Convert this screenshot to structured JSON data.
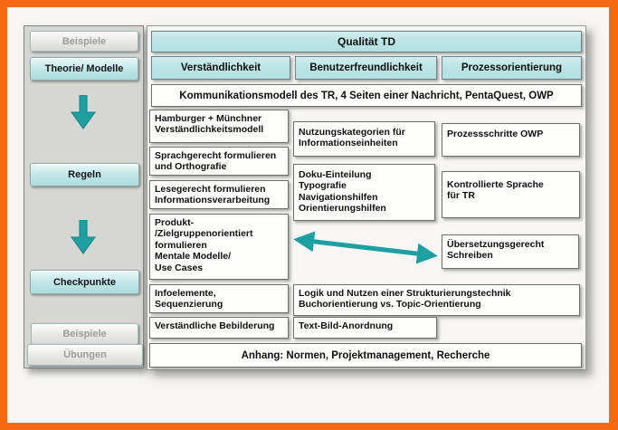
{
  "sidebar": {
    "items": [
      {
        "label": "Beispiele",
        "state": "disabled"
      },
      {
        "label": "Theorie/ Modelle",
        "state": "active"
      },
      {
        "label": "Regeln",
        "state": "active"
      },
      {
        "label": "Checkpunkte",
        "state": "active"
      },
      {
        "label": "Beispiele",
        "state": "disabled"
      },
      {
        "label": "Übungen",
        "state": "disabled"
      }
    ]
  },
  "matrix": {
    "title": "Qualität TD",
    "column_headers": [
      "Verständlichkeit",
      "Benutzerfreundlichkeit",
      "Prozessorientierung"
    ],
    "top_band": "Kommunikationsmodell des TR, 4 Seiten einer Nachricht, PentaQuest, OWP",
    "verstaendlichkeit_items": [
      "Hamburger + Münchner\nVerständlichkeitsmodell",
      "Sprachgerecht formulieren\nund Orthografie",
      "Lesegerecht formulieren\nInformationsverarbeitung",
      "Produkt-\n/Zielgruppenorientiert\nformulieren\nMentale Modelle/\nUse Cases",
      "Infoelemente,\nSequenzierung",
      "Verständliche Bebilderung"
    ],
    "benutzerfreundlichkeit_items": [
      "Nutzungskategorien für\nInformationseinheiten",
      "Doku-Einteilung\nTypografie\nNavigationshilfen\nOrientierungshilfen"
    ],
    "prozessorientierung_items": [
      "Prozessschritte OWP",
      "Kontrollierte Sprache\nfür TR",
      "Übersetzungsgerecht\nSchreiben"
    ],
    "span_items": [
      "Logik und Nutzen einer Strukturierungstechnik\nBuchorientierung vs. Topic-Orientierung",
      "Text-Bild-Anordnung"
    ],
    "bottom_band": "Anhang: Normen, Projektmanagement, Recherche"
  },
  "colors": {
    "frame_orange": "#f2690f",
    "accent_teal": "#bce4e5",
    "arrow_teal": "#1e9fa1",
    "sidebar_gray": "#d6d6d3",
    "disabled_text": "#9c9c9c"
  }
}
